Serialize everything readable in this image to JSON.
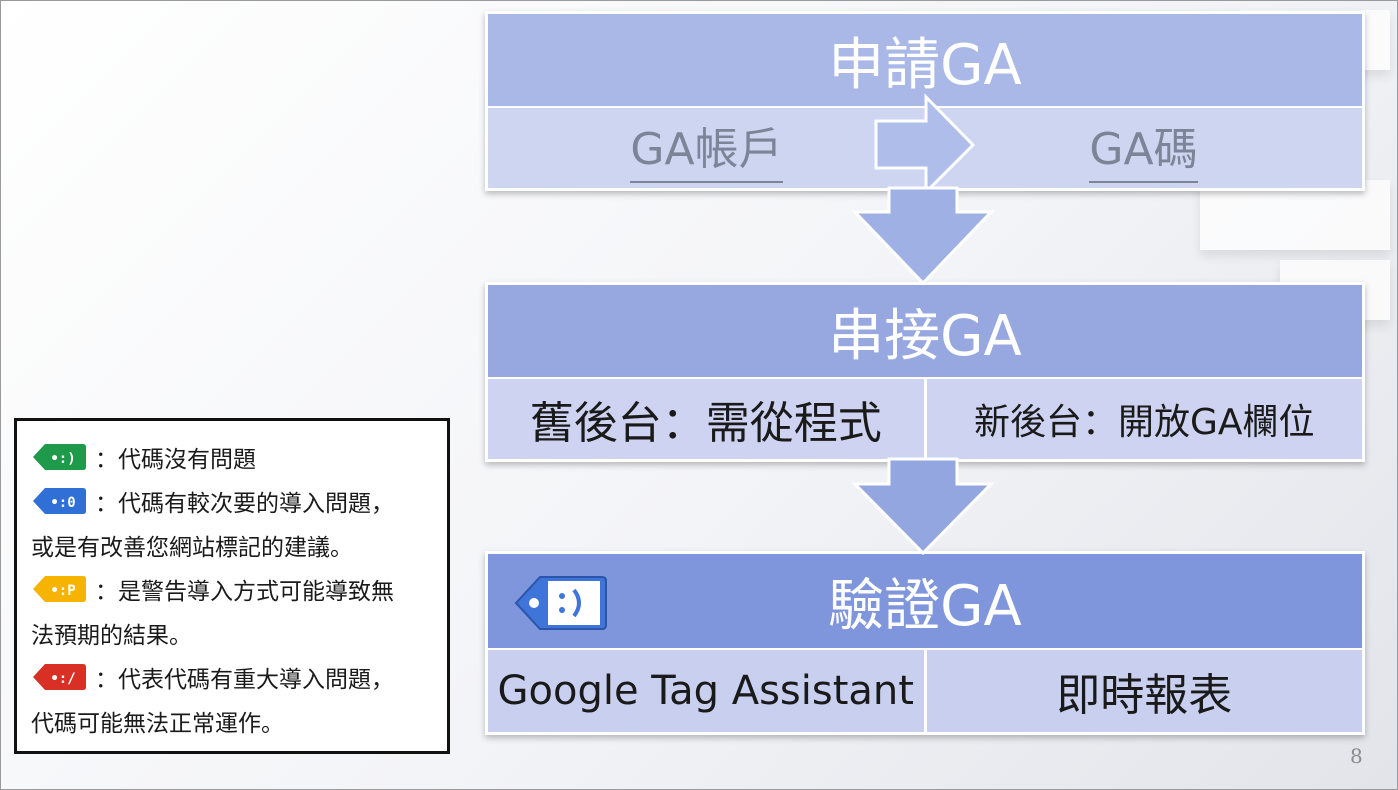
{
  "step1": {
    "title": "申請GA",
    "left": "GA帳戶",
    "right": "GA碼"
  },
  "step2": {
    "title": "串接GA",
    "left": "舊後台：需從程式",
    "right": "新後台：開放GA欄位"
  },
  "step3": {
    "title": "驗證GA",
    "left": "Google Tag Assistant",
    "right": "即時報表",
    "icon": "tag-assistant-icon"
  },
  "legend": {
    "items": [
      {
        "icon": "green-tag-icon",
        "color": "#1e9a4a",
        "glyph": "•:)",
        "line1": "：代碼沒有問題",
        "line2": ""
      },
      {
        "icon": "blue-tag-icon",
        "color": "#2f6fd6",
        "glyph": "•:0",
        "line1": "：代碼有較次要的導入問題，",
        "line2": "或是有改善您網站標記的建議。"
      },
      {
        "icon": "yellow-tag-icon",
        "color": "#f6b400",
        "glyph": "•:P",
        "line1": "：是警告導入方式可能導致無",
        "line2": "法預期的結果。"
      },
      {
        "icon": "red-tag-icon",
        "color": "#d93025",
        "glyph": "•:/",
        "line1": "：代表代碼有重大導入問題，",
        "line2": "代碼可能無法正常運作。"
      }
    ]
  },
  "page_number": "8"
}
